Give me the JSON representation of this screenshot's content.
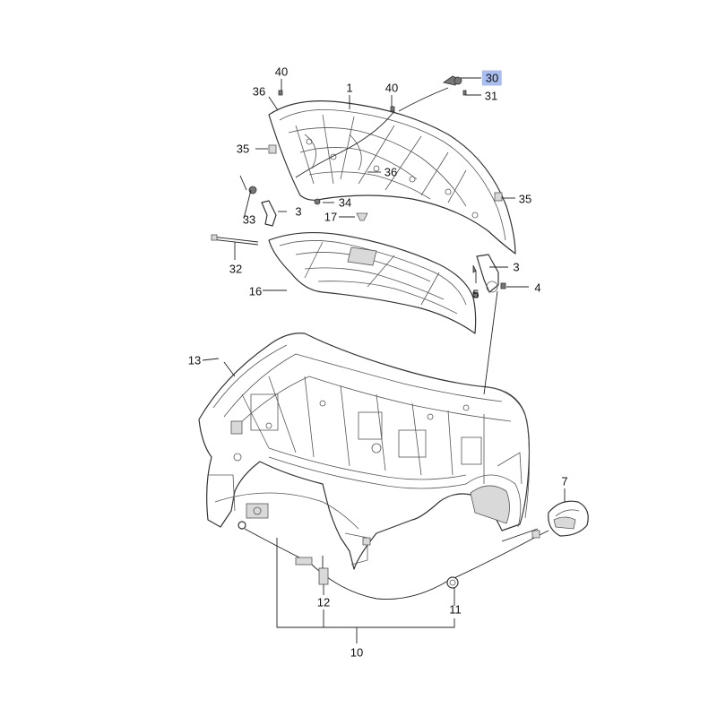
{
  "callouts": {
    "p40a": "40",
    "p36a": "36",
    "p1": "1",
    "p40b": "40",
    "p30": "30",
    "p31": "31",
    "p35a": "35",
    "p36b": "36",
    "p34": "34",
    "p35b": "35",
    "p3a": "3",
    "p17": "17",
    "p33": "33",
    "p32": "32",
    "p3b": "3",
    "p5": "5",
    "p4": "4",
    "p16": "16",
    "p13": "13",
    "p7": "7",
    "p12": "12",
    "p11": "11",
    "p10": "10"
  },
  "colors": {
    "highlight": "#a9bdf0",
    "line": "#222222"
  }
}
